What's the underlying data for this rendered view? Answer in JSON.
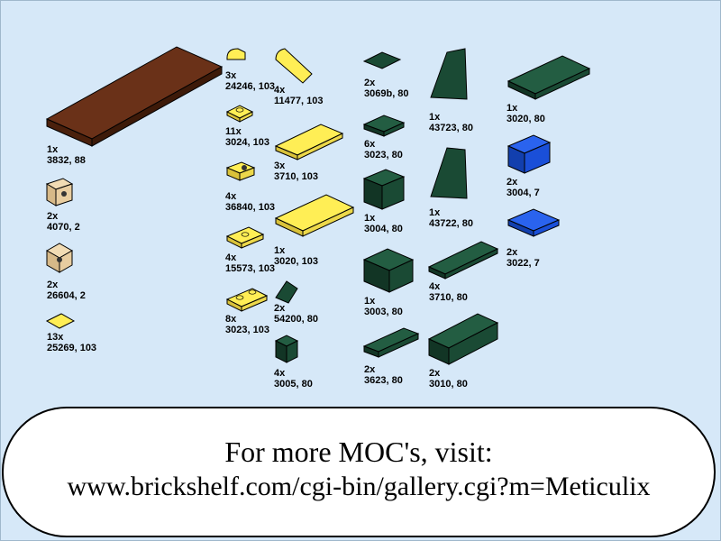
{
  "colors": {
    "background": "#d6e8f8",
    "brown": "#5c2a12",
    "tan": "#e4c79a",
    "yellow": "#ffee55",
    "dark_green": "#1a4a34",
    "blue": "#1a4fd8"
  },
  "parts": [
    {
      "qty": "1x",
      "code": "3832, 88"
    },
    {
      "qty": "2x",
      "code": "4070, 2"
    },
    {
      "qty": "2x",
      "code": "26604, 2"
    },
    {
      "qty": "13x",
      "code": "25269, 103"
    },
    {
      "qty": "3x",
      "code": "24246, 103"
    },
    {
      "qty": "11x",
      "code": "3024, 103"
    },
    {
      "qty": "4x",
      "code": "36840, 103"
    },
    {
      "qty": "4x",
      "code": "15573, 103"
    },
    {
      "qty": "8x",
      "code": "3023, 103"
    },
    {
      "qty": "4x",
      "code": "11477, 103"
    },
    {
      "qty": "3x",
      "code": "3710, 103"
    },
    {
      "qty": "1x",
      "code": "3020, 103"
    },
    {
      "qty": "2x",
      "code": "54200, 80"
    },
    {
      "qty": "4x",
      "code": "3005, 80"
    },
    {
      "qty": "2x",
      "code": "3069b, 80"
    },
    {
      "qty": "6x",
      "code": "3023, 80"
    },
    {
      "qty": "1x",
      "code": "3004, 80"
    },
    {
      "qty": "1x",
      "code": "3003, 80"
    },
    {
      "qty": "2x",
      "code": "3623, 80"
    },
    {
      "qty": "1x",
      "code": "43723, 80"
    },
    {
      "qty": "1x",
      "code": "43722, 80"
    },
    {
      "qty": "4x",
      "code": "3710, 80"
    },
    {
      "qty": "2x",
      "code": "3010, 80"
    },
    {
      "qty": "1x",
      "code": "3020, 80"
    },
    {
      "qty": "2x",
      "code": "3004, 7"
    },
    {
      "qty": "2x",
      "code": "3022, 7"
    }
  ],
  "banner": {
    "line1": "For more MOC's, visit:",
    "line2": "www.brickshelf.com/cgi-bin/gallery.cgi?m=Meticulix"
  }
}
